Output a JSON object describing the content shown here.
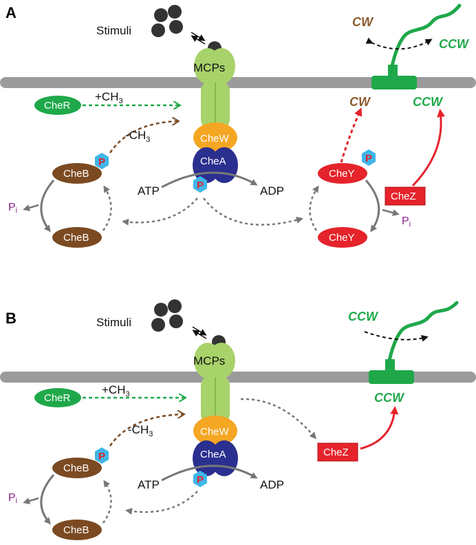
{
  "panels": {
    "a": {
      "label": "A",
      "stimuli": "Stimuli",
      "receptor": "MCPs",
      "adaptor": "CheW",
      "kinase": "CheA",
      "methylase": "CheR",
      "methylation": "+CH",
      "demethylation": "-CH",
      "methyl_subscript": "3",
      "methylesterase": "CheB",
      "methylesterase_inactive": "CheB",
      "phospho": "P",
      "atp": "ATP",
      "adp": "ADP",
      "pi": "P",
      "pi_subscript": "i",
      "response_regulator": "CheY",
      "response_regulator_inactive": "CheY",
      "phosphatase": "CheZ",
      "motor_cw": "CW",
      "motor_ccw": "CCW",
      "flagellum_cw": "CW",
      "flagellum_ccw": "CCW"
    },
    "b": {
      "label": "B",
      "stimuli": "Stimuli",
      "receptor": "MCPs",
      "adaptor": "CheW",
      "kinase": "CheA",
      "methylase": "CheR",
      "methylation": "+CH",
      "demethylation": "-CH",
      "methyl_subscript": "3",
      "methylesterase": "CheB",
      "methylesterase_inactive": "CheB",
      "phospho": "P",
      "atp": "ATP",
      "adp": "ADP",
      "pi": "P",
      "pi_subscript": "i",
      "phosphatase": "CheZ",
      "motor_ccw": "CCW",
      "flagellum_ccw": "CCW"
    }
  },
  "colors": {
    "membrane": "#9b9b9b",
    "stimulus": "#333333",
    "mcp": "#a8d26a",
    "chew": "#f5a623",
    "chea": "#2b2f8f",
    "cher": "#1fa84a",
    "cheb": "#7b4a22",
    "chey": "#e5232b",
    "chez": "#e5232b",
    "phospho": "#3fb6e8",
    "flagellum": "#1fa84a",
    "cw_text": "#8a5a2b",
    "ccw_text": "#1fa84a"
  }
}
